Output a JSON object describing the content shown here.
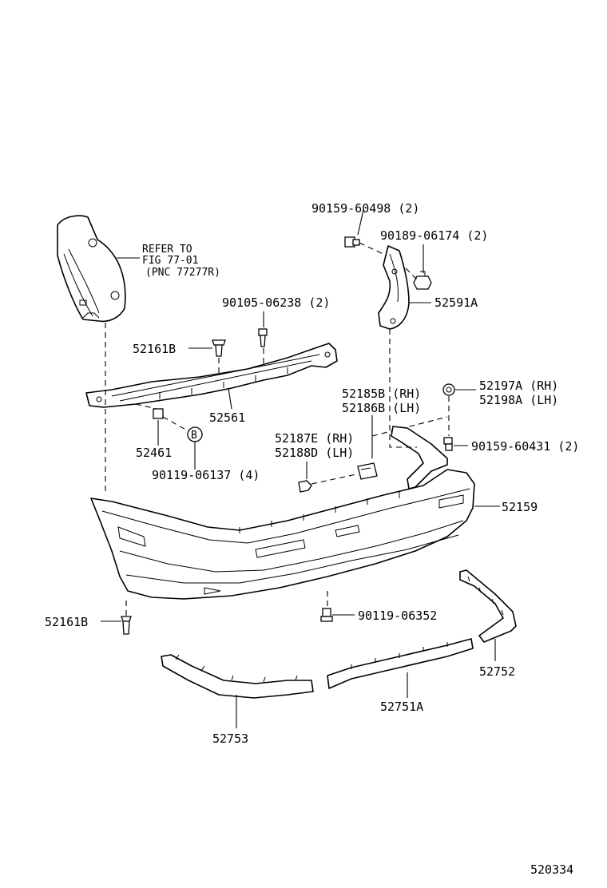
{
  "labels": {
    "bolt_90159_60498": "90159-60498 (2)",
    "nut_90189_06174": "90189-06174 (2)",
    "refer_line1": "REFER TO",
    "refer_line2": "FIG 77-01",
    "refer_line3": "(PNC 77277R)",
    "bracket_52591A": "52591A",
    "screw_90105_06238": "90105-06238 (2)",
    "clip_52161B_upper": "52161B",
    "retainer_52197A": "52197A (RH)",
    "retainer_52198A": "52198A (LH)",
    "support_52185B": "52185B (RH)",
    "support_52186B": "52186B (LH)",
    "reinforcement_52561": "52561",
    "spacer_52461": "52461",
    "bolt_90159_60431": "90159-60431 (2)",
    "support_52187E": "52187E (RH)",
    "support_52188D": "52188D (LH)",
    "callout_b": "B",
    "bolt_90119_06137": "90119-06137 (4)",
    "cover_52159": "52159",
    "clip_52161B_lower": "52161B",
    "bolt_90119_06352": "90119-06352",
    "moulding_52752": "52752",
    "moulding_52751A": "52751A",
    "moulding_52753": "52753",
    "figure_number": "520334"
  }
}
